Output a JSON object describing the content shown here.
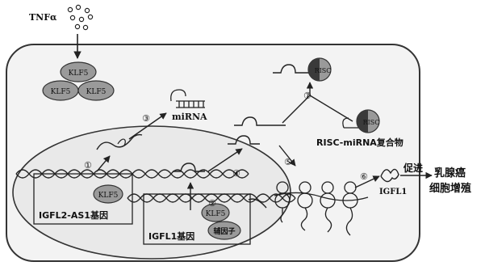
{
  "labels": {
    "tnf": "TNFα",
    "klf5": "KLF5",
    "mirna": "miRNA",
    "risc": "RISC",
    "risc_complex": "RISC-miRNA复合物",
    "gene1": "IGFL2-AS1基因",
    "gene2": "IGFL1基因",
    "cofactor": "辅因子",
    "igfl1_protein": "IGFL1",
    "promote": "促进",
    "outcome_line1": "乳腺癌",
    "outcome_line2": "细胞增殖"
  },
  "steps": [
    "①",
    "②",
    "③",
    "④",
    "⑤",
    "⑥",
    "⑦"
  ],
  "colors": {
    "cell_fill": "#f3f3f3",
    "nucleus_fill": "#e9e9e9",
    "protein_gray": "#9a9a9a",
    "risc_dark": "#3a3a3a",
    "line": "#222222"
  }
}
